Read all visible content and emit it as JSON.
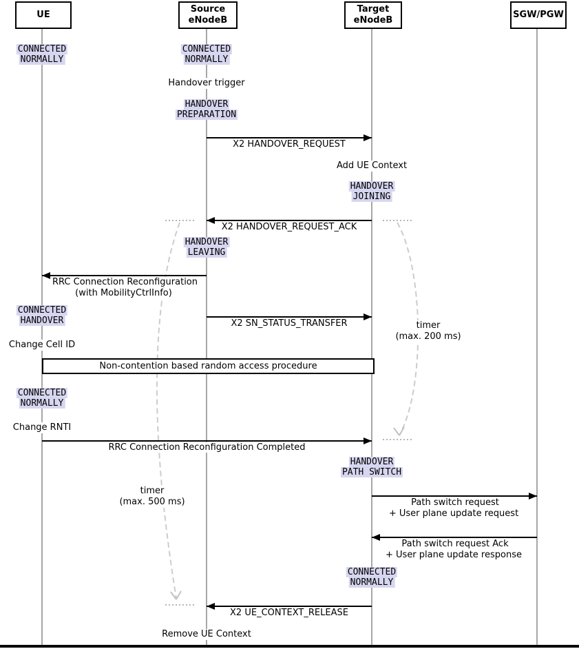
{
  "colors": {
    "note_bg": "#d6d6f0",
    "lifeline": "#a6a6a6",
    "timer_curve": "#cccccc",
    "message": "#000000"
  },
  "actors": [
    {
      "label": "UE"
    },
    {
      "label": "Source\neNodeB"
    },
    {
      "label": "Target\neNodeB"
    },
    {
      "label": "SGW/PGW"
    }
  ],
  "state_notes": [
    {
      "actor": "UE",
      "lines": [
        "CONNECTED",
        "NORMALLY"
      ]
    },
    {
      "actor": "Source eNodeB",
      "lines": [
        "CONNECTED",
        "NORMALLY"
      ]
    },
    {
      "actor": "Source eNodeB",
      "lines": [
        "HANDOVER",
        "PREPARATION"
      ]
    },
    {
      "actor": "Target eNodeB",
      "lines": [
        "HANDOVER",
        "JOINING"
      ]
    },
    {
      "actor": "Source eNodeB",
      "lines": [
        "HANDOVER",
        "LEAVING"
      ]
    },
    {
      "actor": "UE",
      "lines": [
        "CONNECTED",
        "HANDOVER"
      ]
    },
    {
      "actor": "UE",
      "lines": [
        "CONNECTED",
        "NORMALLY"
      ]
    },
    {
      "actor": "Target eNodeB",
      "lines": [
        "HANDOVER",
        "PATH SWITCH"
      ]
    },
    {
      "actor": "Target eNodeB",
      "lines": [
        "CONNECTED",
        "NORMALLY"
      ]
    }
  ],
  "plain_notes": [
    {
      "text": "Handover trigger"
    },
    {
      "text": "Add UE Context"
    },
    {
      "text": "Change Cell ID"
    },
    {
      "text": "Change RNTI"
    },
    {
      "text": "Remove UE Context"
    }
  ],
  "timer_notes": [
    {
      "text": "timer\n(max. 200 ms)"
    },
    {
      "text": "timer\n(max. 500 ms)"
    }
  ],
  "messages": [
    {
      "from": "Source eNodeB",
      "to": "Target eNodeB",
      "label": "X2 HANDOVER_REQUEST"
    },
    {
      "from": "Target eNodeB",
      "to": "Source eNodeB",
      "label": "X2 HANDOVER_REQUEST_ACK"
    },
    {
      "from": "Source eNodeB",
      "to": "UE",
      "label": "RRC Connection Reconfiguration\n(with MobilityCtrlInfo)"
    },
    {
      "from": "Source eNodeB",
      "to": "Target eNodeB",
      "label": "X2 SN_STATUS_TRANSFER"
    },
    {
      "from": "UE",
      "to": "Target eNodeB",
      "label": "RRC Connection Reconfiguration Completed"
    },
    {
      "from": "Target eNodeB",
      "to": "SGW/PGW",
      "label": "Path switch request\n+ User plane update request"
    },
    {
      "from": "SGW/PGW",
      "to": "Target eNodeB",
      "label": "Path switch request Ack\n+ User plane update response"
    },
    {
      "from": "Target eNodeB",
      "to": "Source eNodeB",
      "label": "X2 UE_CONTEXT_RELEASE"
    }
  ],
  "box": {
    "label": "Non-contention based random access procedure"
  }
}
